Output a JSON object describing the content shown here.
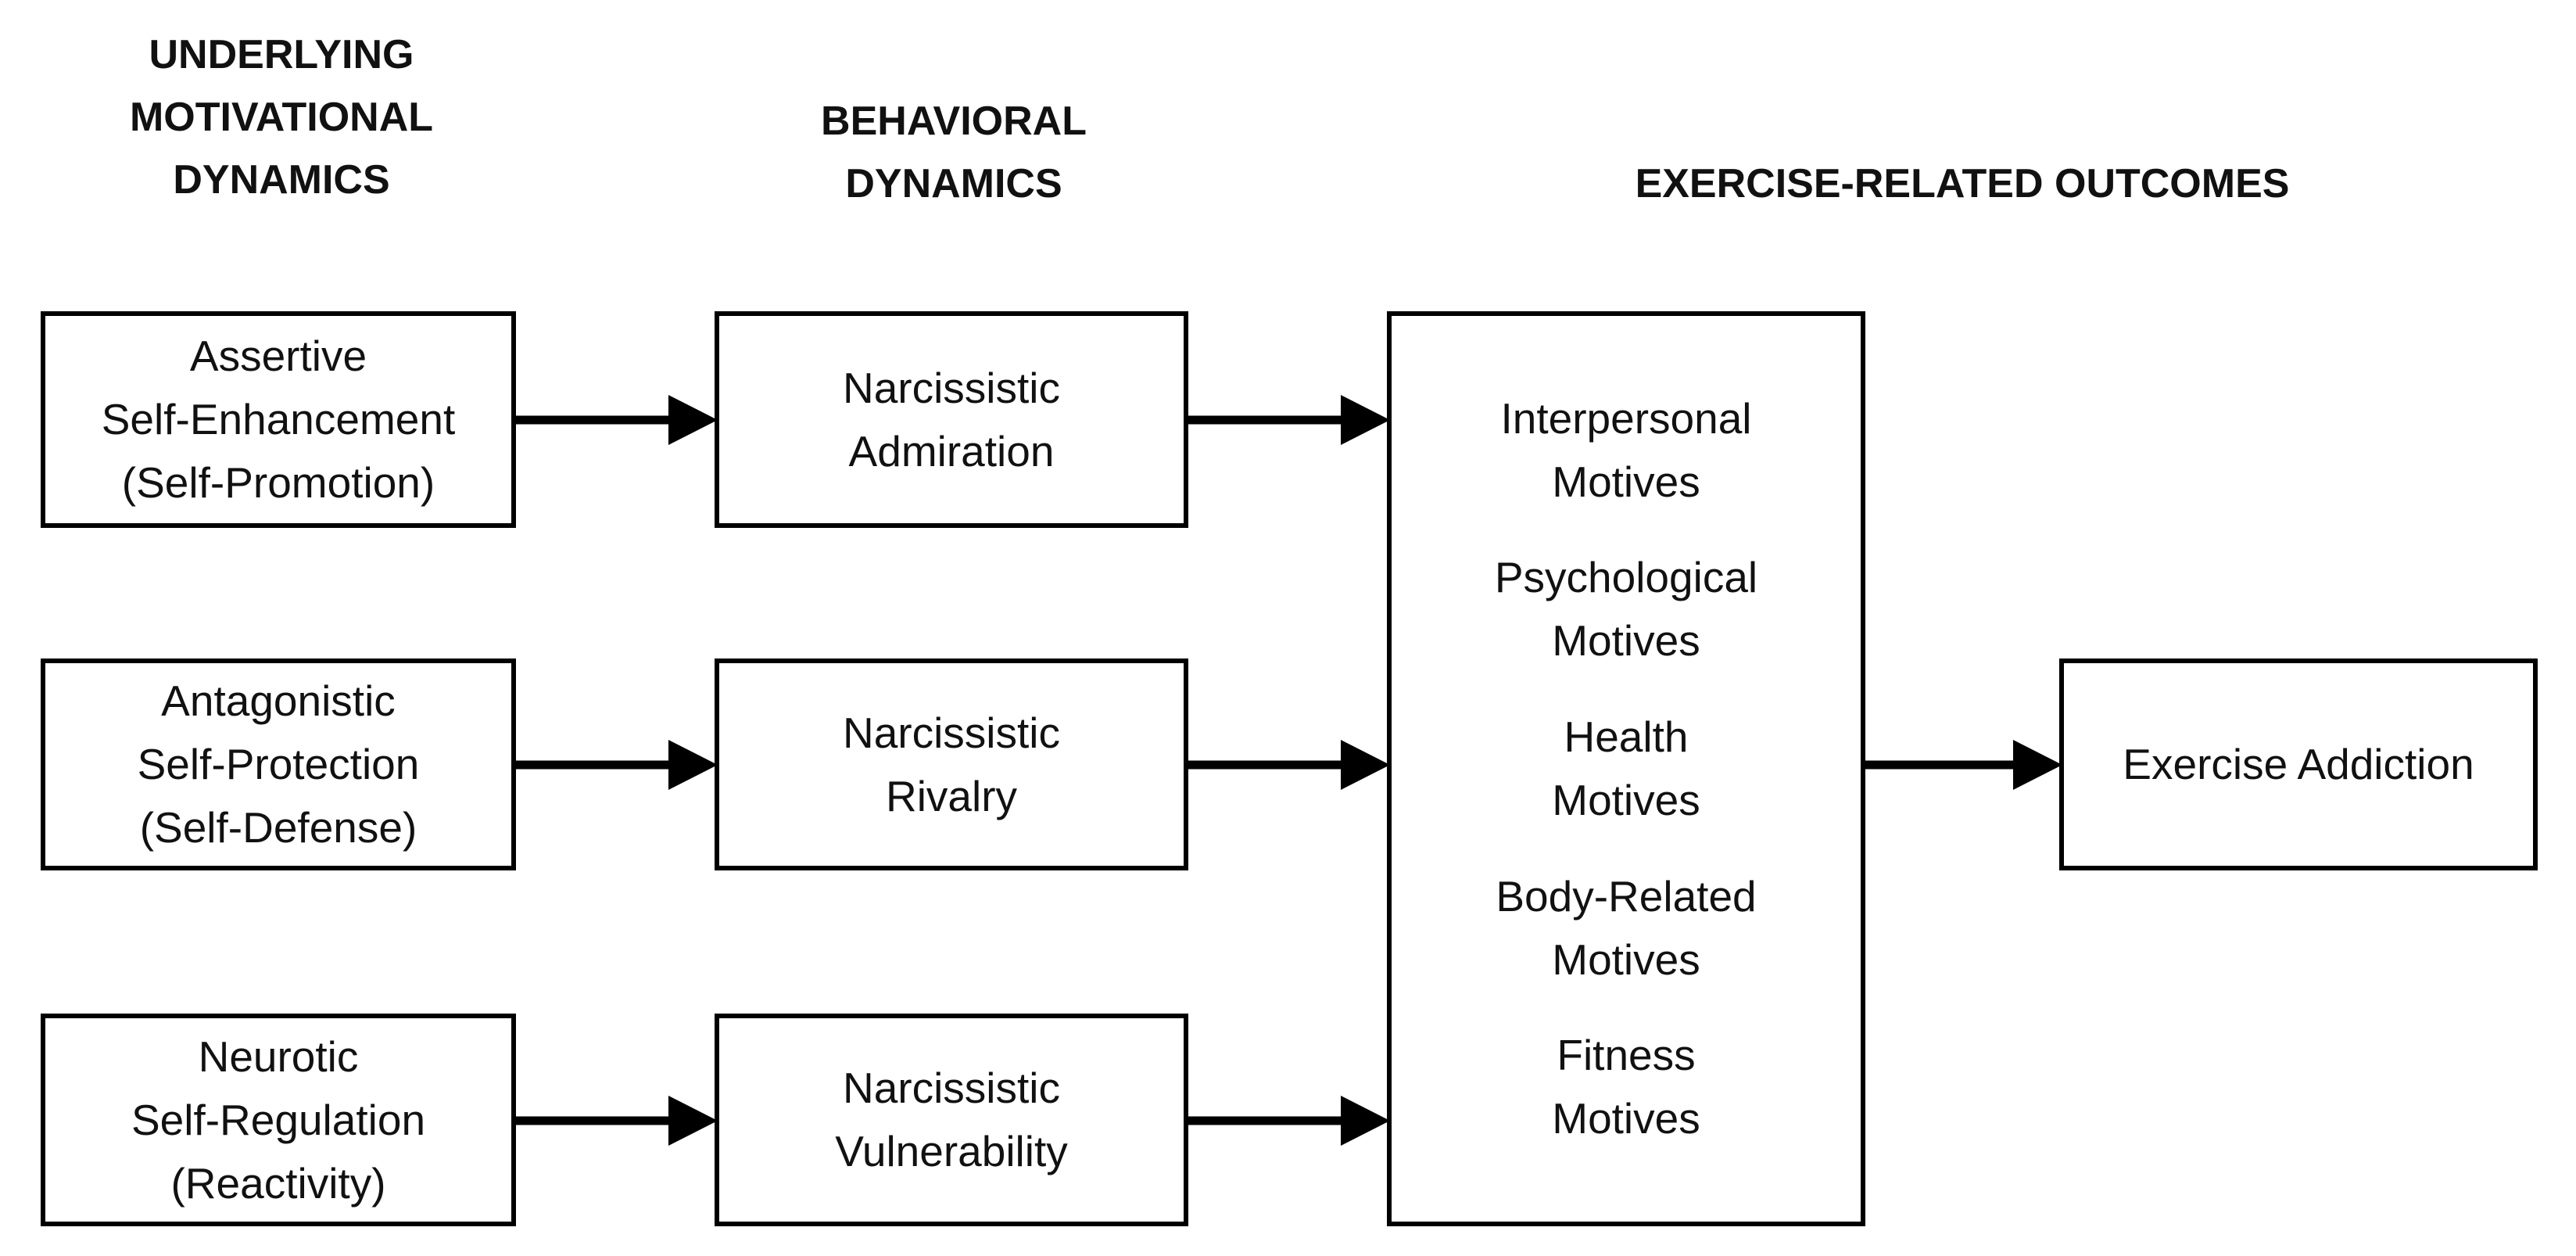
{
  "headings": {
    "motivational": [
      "UNDERLYING",
      "MOTIVATIONAL",
      "DYNAMICS"
    ],
    "behavioral": [
      "BEHAVIORAL",
      "DYNAMICS"
    ],
    "outcomes": [
      "EXERCISE-RELATED OUTCOMES"
    ]
  },
  "motivational_boxes": [
    [
      "Assertive",
      "Self-Enhancement",
      "(Self-Promotion)"
    ],
    [
      "Antagonistic",
      "Self-Protection",
      "(Self-Defense)"
    ],
    [
      "Neurotic",
      "Self-Regulation",
      "(Reactivity)"
    ]
  ],
  "behavioral_boxes": [
    [
      "Narcissistic",
      "Admiration"
    ],
    [
      "Narcissistic",
      "Rivalry"
    ],
    [
      "Narcissistic",
      "Vulnerability"
    ]
  ],
  "outcome_motives": [
    [
      "Interpersonal",
      "Motives"
    ],
    [
      "Psychological",
      "Motives"
    ],
    [
      "Health",
      "Motives"
    ],
    [
      "Body-Related",
      "Motives"
    ],
    [
      "Fitness",
      "Motives"
    ]
  ],
  "final_outcome": "Exercise Addiction"
}
